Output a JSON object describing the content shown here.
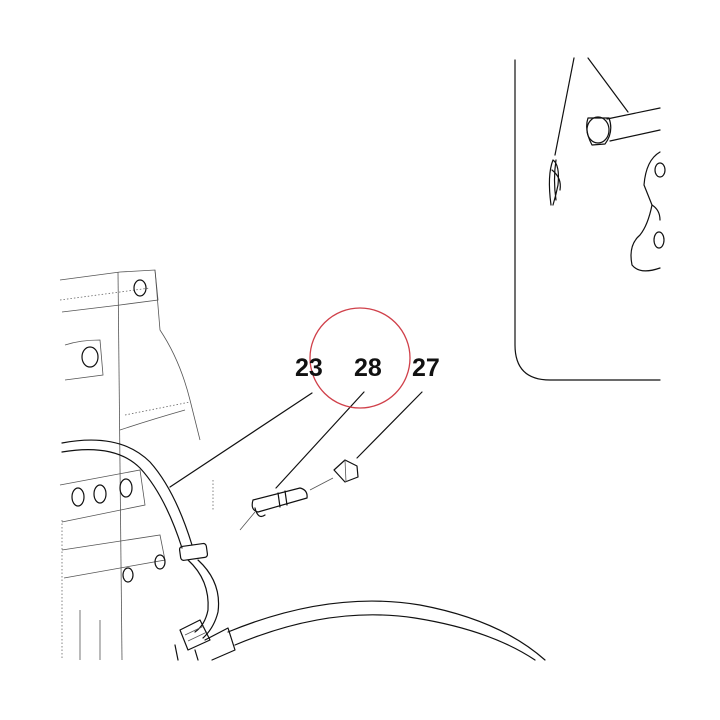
{
  "callouts": [
    {
      "id": "23",
      "label": "23"
    },
    {
      "id": "28",
      "label": "28"
    },
    {
      "id": "27",
      "label": "27"
    }
  ],
  "highlight": {
    "target": "28",
    "color": "#d0404a"
  },
  "colors": {
    "line": "#111111",
    "background": "#ffffff"
  }
}
